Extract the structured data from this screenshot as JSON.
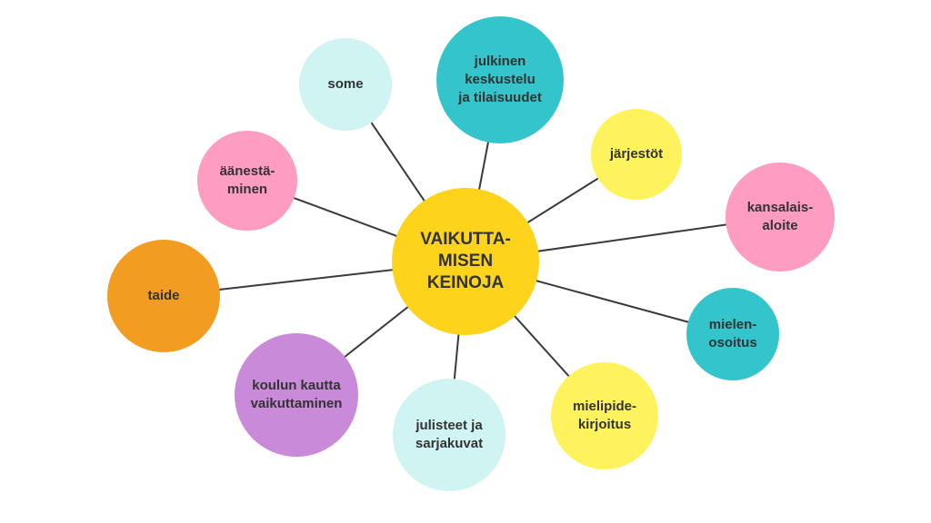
{
  "center": {
    "label": "VAIKUTTA-\nMISEN\nKEINOJA",
    "color": "#FDD31C"
  },
  "nodes": [
    {
      "label": "some",
      "color": "#CFF4F2"
    },
    {
      "label": "julkinen\nkeskustelu\nja tilaisuudet",
      "color": "#34C4CB"
    },
    {
      "label": "järjestöt",
      "color": "#FEF35C"
    },
    {
      "label": "kansalais-\naloite",
      "color": "#FE9CC1"
    },
    {
      "label": "mielen-\nosoitus",
      "color": "#34C4CB"
    },
    {
      "label": "mielipide-\nkirjoitus",
      "color": "#FEF35C"
    },
    {
      "label": "julisteet ja\nsarjakuvat",
      "color": "#CFF4F2"
    },
    {
      "label": "koulun kautta\nvaikuttaminen",
      "color": "#C98AD9"
    },
    {
      "label": "taide",
      "color": "#F29D22"
    },
    {
      "label": "äänestä-\nminen",
      "color": "#FE9CC1"
    }
  ]
}
